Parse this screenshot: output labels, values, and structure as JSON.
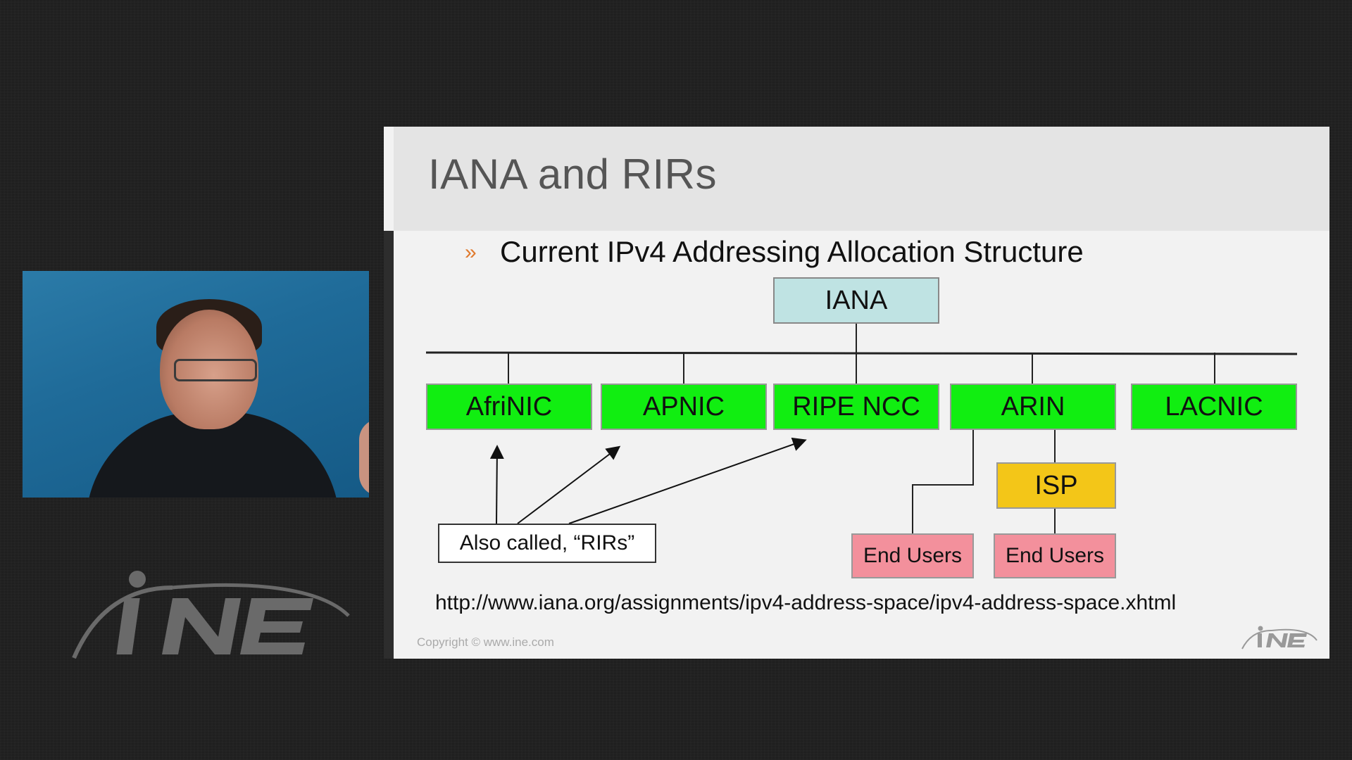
{
  "slide": {
    "title": "IANA and RIRs",
    "bullet_icon": "chevron-double-right-icon",
    "subtitle": "Current IPv4 Addressing Allocation Structure",
    "root_node": "IANA",
    "rirs": [
      "AfriNIC",
      "APNIC",
      "RIPE NCC",
      "ARIN",
      "LACNIC"
    ],
    "isp": "ISP",
    "end_users": [
      "End Users",
      "End Users"
    ],
    "callout": "Also called, “RIRs”",
    "url": "http://www.iana.org/assignments/ipv4-address-space/ipv4-address-space.xhtml",
    "copyright": "Copyright © www.ine.com"
  },
  "colors": {
    "iana": "#bfe3e3",
    "rir": "#11ee11",
    "isp": "#f3c618",
    "end_users": "#f3909c",
    "bullet": "#e07a2e"
  },
  "branding": {
    "logo_icon": "ine-logo-icon"
  }
}
